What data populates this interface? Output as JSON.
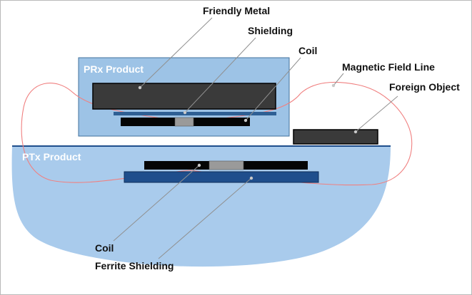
{
  "labels": {
    "friendly_metal": "Friendly Metal",
    "shielding": "Shielding",
    "coil_top": "Coil",
    "magnetic_field_line": "Magnetic Field Line",
    "foreign_object": "Foreign Object",
    "prx_product": "PRx Product",
    "ptx_product": "PTx Product",
    "coil_bottom": "Coil",
    "ferrite_shielding": "Ferrite Shielding"
  },
  "colors": {
    "product_fill": "#9dc3e6",
    "product_stroke": "#41719c",
    "ptx_fill": "#a9cbec",
    "metal": "#3a3a3a",
    "coil": "#050505",
    "shielding": "#2e5f94",
    "ferrite": "#1f4e8c",
    "core": "#9a9a9a",
    "field_line": "#f08080",
    "leader": "#909090"
  }
}
